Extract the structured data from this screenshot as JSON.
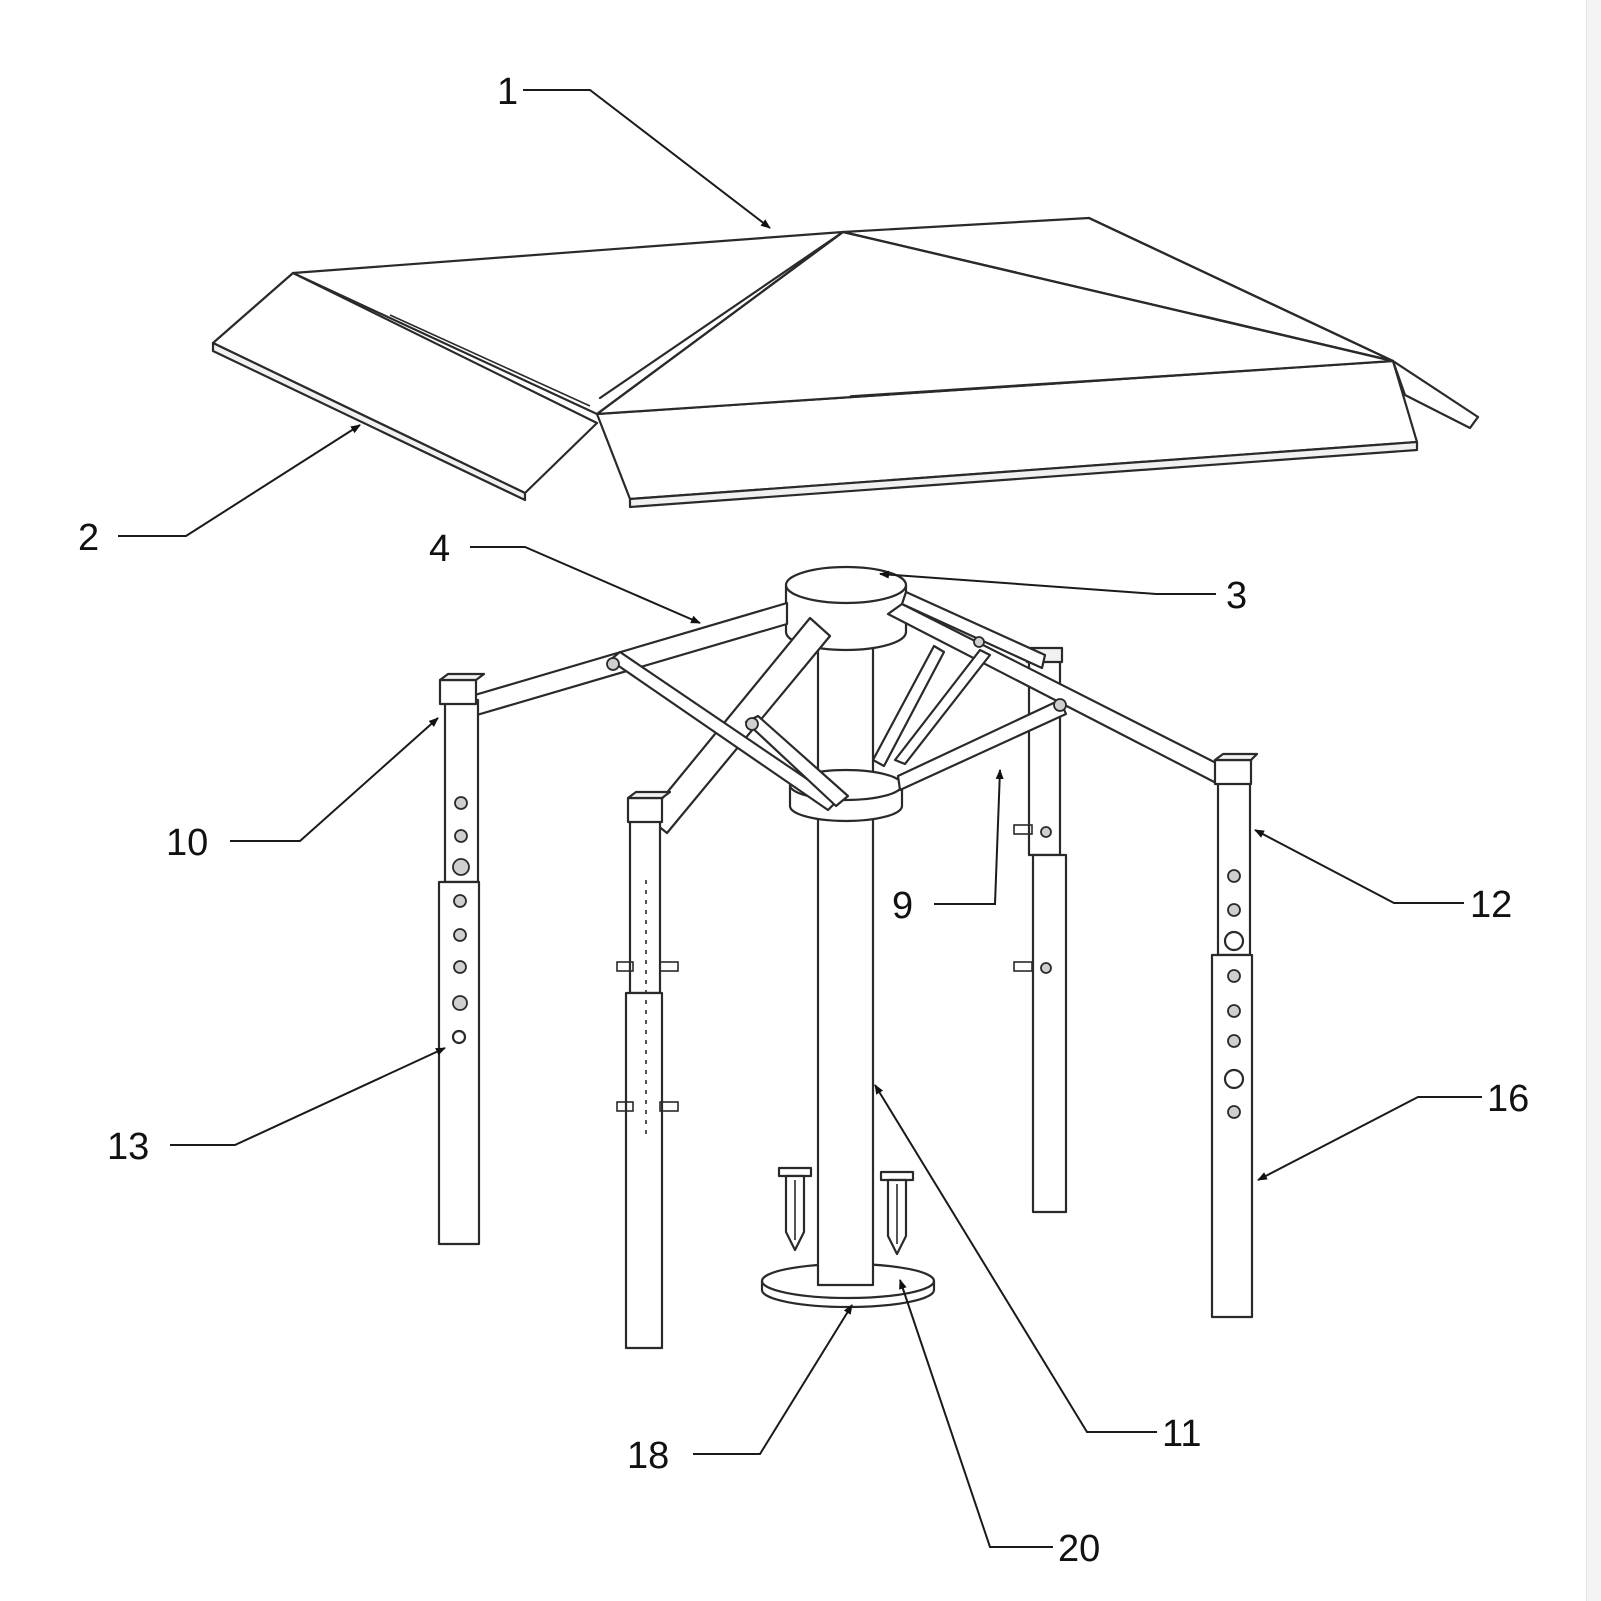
{
  "labels": {
    "l1": "1",
    "l2": "2",
    "l3": "3",
    "l4": "4",
    "l9": "9",
    "l10": "10",
    "l11": "11",
    "l12": "12",
    "l13": "13",
    "l16": "16",
    "l18": "18",
    "l20": "20"
  }
}
